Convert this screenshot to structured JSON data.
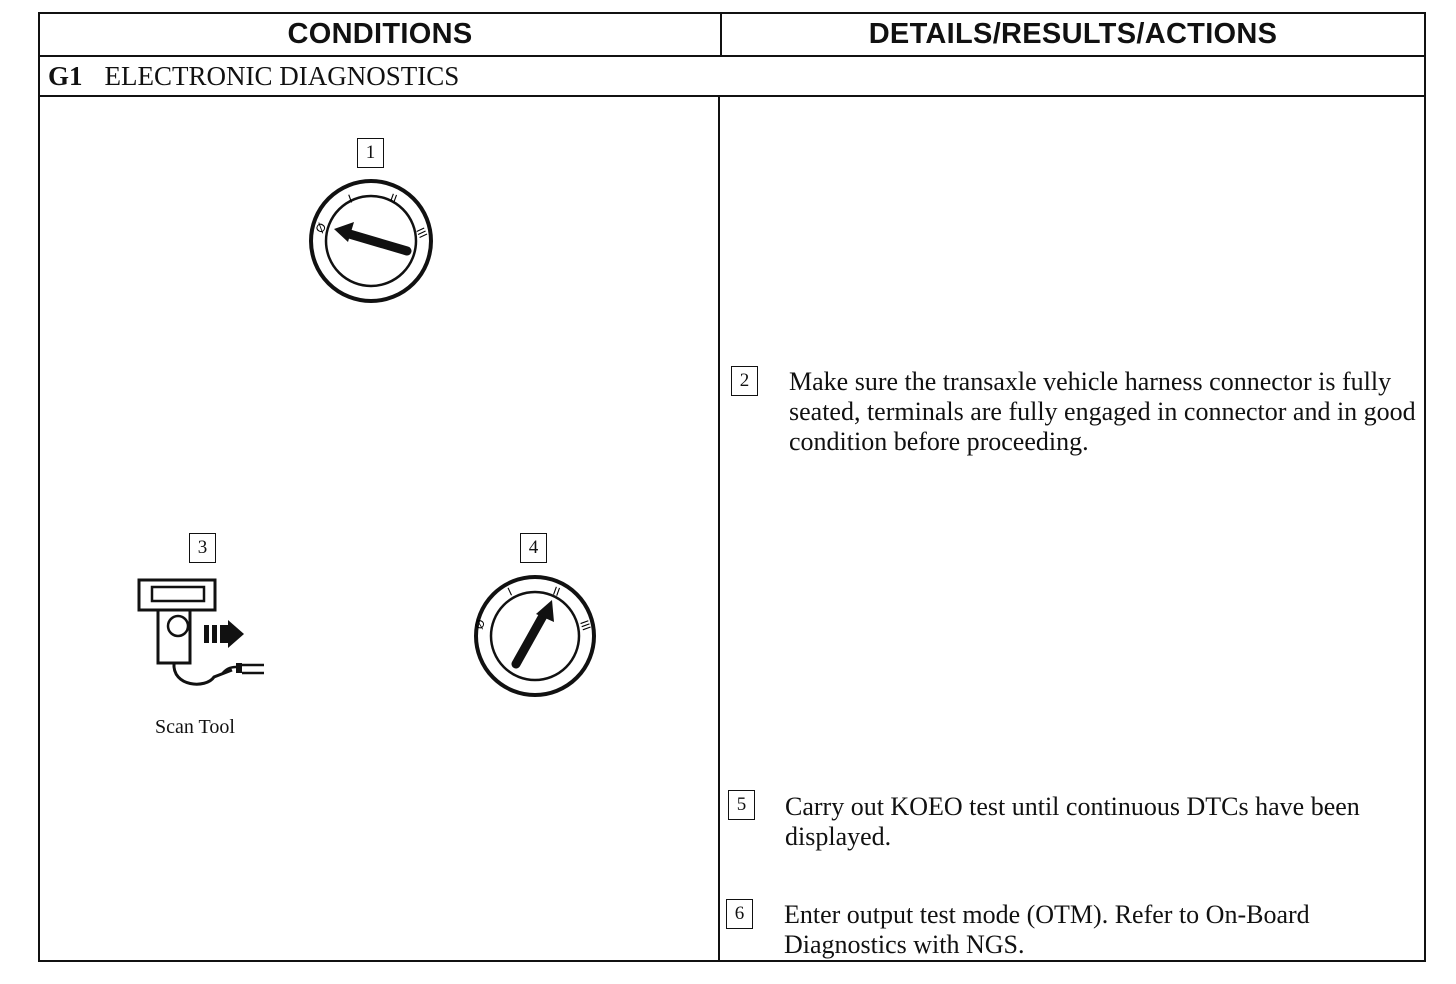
{
  "header": {
    "conditions": "CONDITIONS",
    "details": "DETAILS/RESULTS/ACTIONS"
  },
  "section": {
    "code": "G1",
    "title": "ELECTRONIC DIAGNOSTICS"
  },
  "figures": {
    "step1_label": "1",
    "step3_label": "3",
    "step4_label": "4",
    "scan_tool_caption": "Scan Tool",
    "ignition_marks": [
      "0",
      "I",
      "II",
      "III"
    ]
  },
  "steps": [
    {
      "num": "2",
      "text": "Make sure the transaxle vehicle harness connector is fully seated, terminals are fully engaged in connector and in good condition before proceeding."
    },
    {
      "num": "5",
      "text": "Carry out KOEO test until continuous DTCs have been displayed."
    },
    {
      "num": "6",
      "text": "Enter output test mode (OTM). Refer to On-Board Diagnostics with NGS."
    }
  ]
}
